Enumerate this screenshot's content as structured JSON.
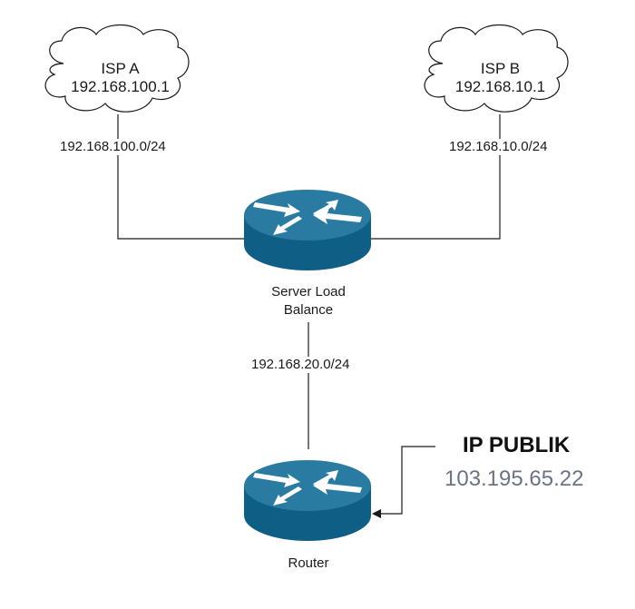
{
  "isp_a": {
    "name": "ISP A",
    "ip": "192.168.100.1",
    "subnet": "192.168.100.0/24"
  },
  "isp_b": {
    "name": "ISP B",
    "ip": "192.168.10.1",
    "subnet": "192.168.10.0/24"
  },
  "load_balancer": {
    "label": "Server Load\nBalance",
    "subnet": "192.168.20.0/24"
  },
  "router": {
    "label": "Router"
  },
  "public": {
    "title": "IP PUBLIK",
    "ip": "103.195.65.22"
  },
  "colors": {
    "device_top": "#2a7ba1",
    "device_side": "#0e5e86",
    "line": "#1a1a1a",
    "public_ip": "#6b7385"
  }
}
